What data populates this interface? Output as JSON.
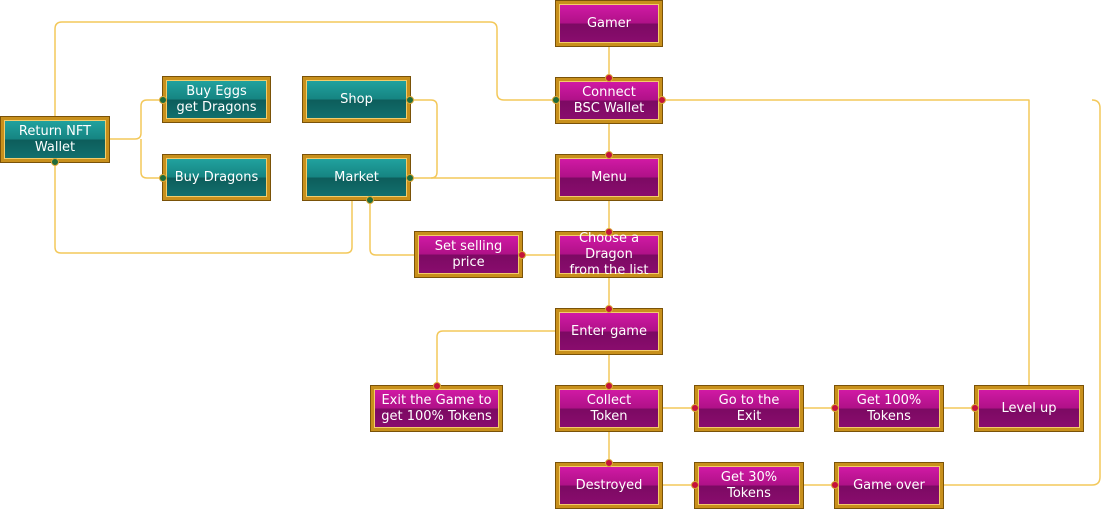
{
  "colors": {
    "node_pink": "#b01188",
    "node_teal": "#168582",
    "border_gold": "#c8901c",
    "connector": "#f3c85a",
    "port_red": "#c4123a",
    "port_green": "#1f6b3a"
  },
  "nodes": {
    "gamer": "Gamer",
    "connect_wallet": "Connect\nBSC Wallet",
    "menu": "Menu",
    "choose_dragon": "Choose a Dragon\nfrom the list",
    "enter_game": "Enter game",
    "collect_token": "Collect\nToken",
    "destroyed": "Destroyed",
    "go_to_exit": "Go to the\nExit",
    "get_100_tokens": "Get 100%\nTokens",
    "level_up": "Level up",
    "get_30_tokens": "Get 30%\nTokens",
    "game_over": "Game over",
    "exit_game": "Exit the Game to\nget 100% Tokens",
    "set_price": "Set selling\nprice",
    "market": "Market",
    "shop": "Shop",
    "buy_eggs": "Buy Eggs\nget Dragons",
    "buy_dragons": "Buy Dragons",
    "return_nft": "Return NFT\nWallet"
  }
}
